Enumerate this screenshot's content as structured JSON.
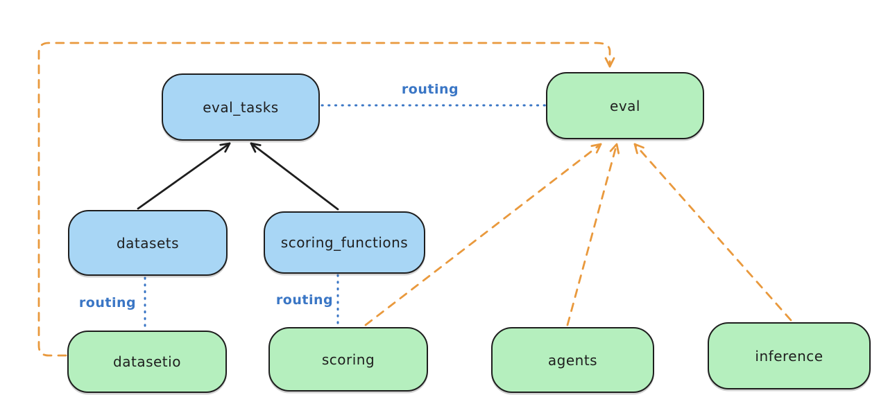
{
  "diagram": {
    "nodes": {
      "eval_tasks": {
        "label": "eval_tasks",
        "color": "blue"
      },
      "eval": {
        "label": "eval",
        "color": "green"
      },
      "datasets": {
        "label": "datasets",
        "color": "blue"
      },
      "scoring_functions": {
        "label": "scoring_functions",
        "color": "blue"
      },
      "datasetio": {
        "label": "datasetio",
        "color": "green"
      },
      "scoring": {
        "label": "scoring",
        "color": "green"
      },
      "agents": {
        "label": "agents",
        "color": "green"
      },
      "inference": {
        "label": "inference",
        "color": "green"
      }
    },
    "edge_labels": {
      "eval_tasks_eval": "routing",
      "datasets_datasetio": "routing",
      "scoring_functions_scoring": "routing"
    },
    "edges": [
      {
        "from": "datasets",
        "to": "eval_tasks",
        "style": "solid-black-arrow",
        "label": ""
      },
      {
        "from": "scoring_functions",
        "to": "eval_tasks",
        "style": "solid-black-arrow",
        "label": ""
      },
      {
        "from": "eval_tasks",
        "to": "eval",
        "style": "dotted-blue",
        "label": "routing"
      },
      {
        "from": "datasets",
        "to": "datasetio",
        "style": "dotted-blue",
        "label": "routing"
      },
      {
        "from": "scoring_functions",
        "to": "scoring",
        "style": "dotted-blue",
        "label": "routing"
      },
      {
        "from": "datasetio",
        "to": "eval",
        "style": "dashed-orange-arrow",
        "label": ""
      },
      {
        "from": "scoring",
        "to": "eval",
        "style": "dashed-orange-arrow",
        "label": ""
      },
      {
        "from": "agents",
        "to": "eval",
        "style": "dashed-orange-arrow",
        "label": ""
      },
      {
        "from": "inference",
        "to": "eval",
        "style": "dashed-orange-arrow",
        "label": ""
      }
    ],
    "colors": {
      "blue_fill": "#a8d6f5",
      "green_fill": "#b5efbe",
      "stroke": "#1e1e1e",
      "orange": "#e9993d",
      "routing_blue": "#3a76c5",
      "canvas_bg": "#ffffff"
    }
  }
}
